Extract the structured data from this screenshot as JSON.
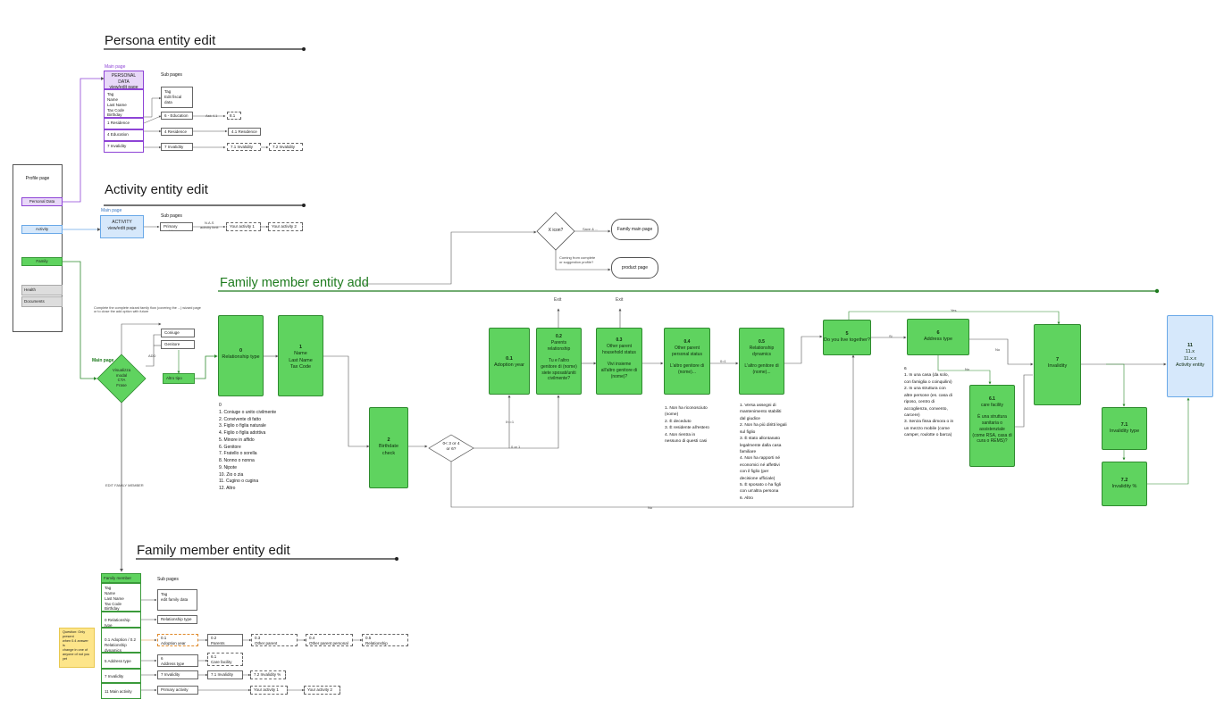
{
  "sections": {
    "persona": "Persona entity edit",
    "activity": "Activity entity edit",
    "family_add": "Family member entity add",
    "family_edit": "Family member entity edit"
  },
  "profile": {
    "title": "Profile page",
    "buttons": [
      "Personal Data",
      "Activity",
      "Family"
    ],
    "bottom_items": [
      "Health",
      "Documents"
    ]
  },
  "persona": {
    "main_label": "Main page",
    "sub_label": "Sub pages",
    "main_box": "PERSONAL DATA\nview/edit page",
    "main_fields": "Tag\nName\nLast Name\nTax Code\nBirthday",
    "main_rows": [
      "1 Residence",
      "4 Education",
      "7 Invalidity"
    ],
    "sub_top": "Tag\nEdit fiscal data",
    "sub_rows": [
      "6 - Education",
      "4 Residence Country",
      "7 Invalidity"
    ],
    "sub_second": [
      "4.1 Residence City",
      "7.1 Invalidity type",
      "7.2 Invalidity %"
    ],
    "sub_first_dashed": "8.1 Input",
    "arrow_label": "Ask 4.1"
  },
  "activity": {
    "main_label": "Main page",
    "sub_label": "Sub pages",
    "main_box": "ACTIVITY\nview/edit page",
    "sub_rows": [
      "Primary activity",
      "Your activity 1",
      "Your activity 2"
    ],
    "arrow_label": "N.A.S\nactivity limit"
  },
  "decision": {
    "diamond": "X icon?",
    "pages": [
      "Family main page",
      "product page"
    ],
    "labels": [
      "Save & ...",
      "Coming from complete\nor suggestion profile?"
    ]
  },
  "family_main": {
    "label": "Main page",
    "diamond": "Visualizza\nmodal\nCTA\nFrase",
    "options": [
      "Coniuge",
      "Genitore",
      "Altro tipo"
    ],
    "top_note": "Complete the complete wizard family flow (covering the ...) wizard page\nor to close the add option with future",
    "add_label": "ADD",
    "edit_label": "EDIT FAMILY MEMBER"
  },
  "nodes": [
    {
      "num": "0",
      "text": "Relationship type"
    },
    {
      "num": "1",
      "text": "Name\nLast Name\nTax Code"
    },
    {
      "num": "2",
      "text": "Birthdate\ncheck"
    },
    {
      "num": "0.1",
      "text": "Adoption year"
    },
    {
      "num": "0.2",
      "text": "Parents\nrelationship\n\nTu e l'altro\ngenitore di (nome)\nsiete sposati/uniti\ncivilmente?"
    },
    {
      "num": "0.3",
      "text": "Other parent\nhousehold status\n\nVivi insieme\nall'altro genitore di\n(nome)?"
    },
    {
      "num": "0.4",
      "text": "Other parent\npersonal status\n\nL'altro genitore di\n(nome)..."
    },
    {
      "num": "0.5",
      "text": "Relationship\ndynamics\n\nL'altro genitore di\n(nome)..."
    },
    {
      "num": "5",
      "text": "Do you live together?"
    },
    {
      "num": "6",
      "text": "Address type"
    },
    {
      "num": "6.1",
      "text": "care facility\n\nÈ una struttura\nsanitaria o\nassistenziale\n(come RSA, casa di\ncura o REMS)?"
    },
    {
      "num": "7",
      "text": "Invalidity"
    },
    {
      "num": "7.1",
      "text": "Invalidity type"
    },
    {
      "num": "7.2",
      "text": "Invalidity %"
    },
    {
      "num": "11",
      "text": "11.x\n11.x.x\nActivity entity"
    }
  ],
  "age_diamond": "0< 3 or 4\nor 6?",
  "exit_labels": [
    "Exit",
    "Exit"
  ],
  "lists": {
    "relationship": "0\n1. Coniuge o unito civilmente\n2. Convivente di fatto\n3. Figlio o figlia naturale\n4. Figlio o figlia adottiva\n5. Minore in affido\n6. Genitore\n7. Fratello o sorella\n8. Nonno o nonna\n9. Nipote\n10. Zio o zia\n11. Cugino o cugina\n12. Altro",
    "other_parent": "1. Non ha riconosciuto\n(nome)\n2. È deceduto\n3. È residente all'estero\n4. Non rientra in\nnessuno di questi casi",
    "dynamics": "1. Versa assegni di\nmantenimento stabiliti\ndal giudice\n2. Non ha più diritti legali\nsul figlio\n3. È stato allontanato\nlegalmente dalla casa\nfamiliare\n4. Non ha rapporti né\neconomici né affettivi\ncon il figlio (per\ndecisione ufficiale)\n5. È sposato o ha figli\ncon un'altra persona\n6. Altro",
    "address": "6\n1. In una casa (da solo,\ncon famiglia o coinquilini)\n2. In una struttura con\naltre persone (es. casa di\nriposo, centro di\naccoglienza, convento,\ncarcere)\n3. Senza fissa dimora o in\nun mezzo mobile (come\ncamper, roulotte o barca)"
  },
  "edge_labels": [
    "Yes",
    "No",
    "Si",
    "No",
    "No",
    "0<=1",
    "0 or 1",
    "0=1"
  ],
  "family_edit": {
    "main_box": "Family member entity ...",
    "fields": "Tag\nName\nLast Name\nTax Code\nBirthday",
    "sub_label": "Sub pages",
    "rows": [
      "0 Relationship type",
      "0.1 Adoption / 0.2 Relationship dynamics",
      "5 Address type",
      "7 Invalidity",
      "11 Main activity"
    ],
    "sub_top": "Tag\nedit family data",
    "sub_rows": [
      "Relationship type",
      "0.1\nAdoption year",
      "6\nAddress type",
      "7 Invalidity",
      "Primary activity"
    ],
    "chain": [
      "0.2\nParents relationship",
      "0.3\nOther parent household status",
      "0.4\nOther parent personal status",
      "0.5\nRelationship dynamics"
    ],
    "extra": [
      "6.1\nCare facility",
      "7.1 Invalidity type",
      "7.2 Invalidity %",
      "Your activity 1",
      "Your activity 2"
    ],
    "note": "Question: Only present\nwhen 0.4 answer is\nchange in one of\nanyone of not you yet"
  }
}
